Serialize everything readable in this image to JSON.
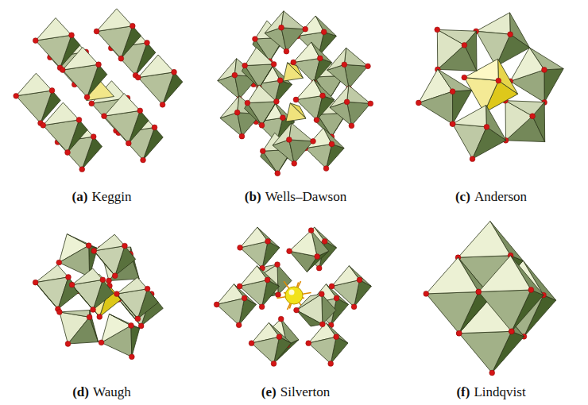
{
  "diagram": {
    "labels": [
      "(a)",
      "Keggin",
      "(b)",
      "Wells–Dawson",
      "(c)",
      "Anderson",
      "(d)",
      "Waugh",
      "(e)",
      "Silverton",
      "(f)",
      "Lindqvist"
    ]
  }
}
